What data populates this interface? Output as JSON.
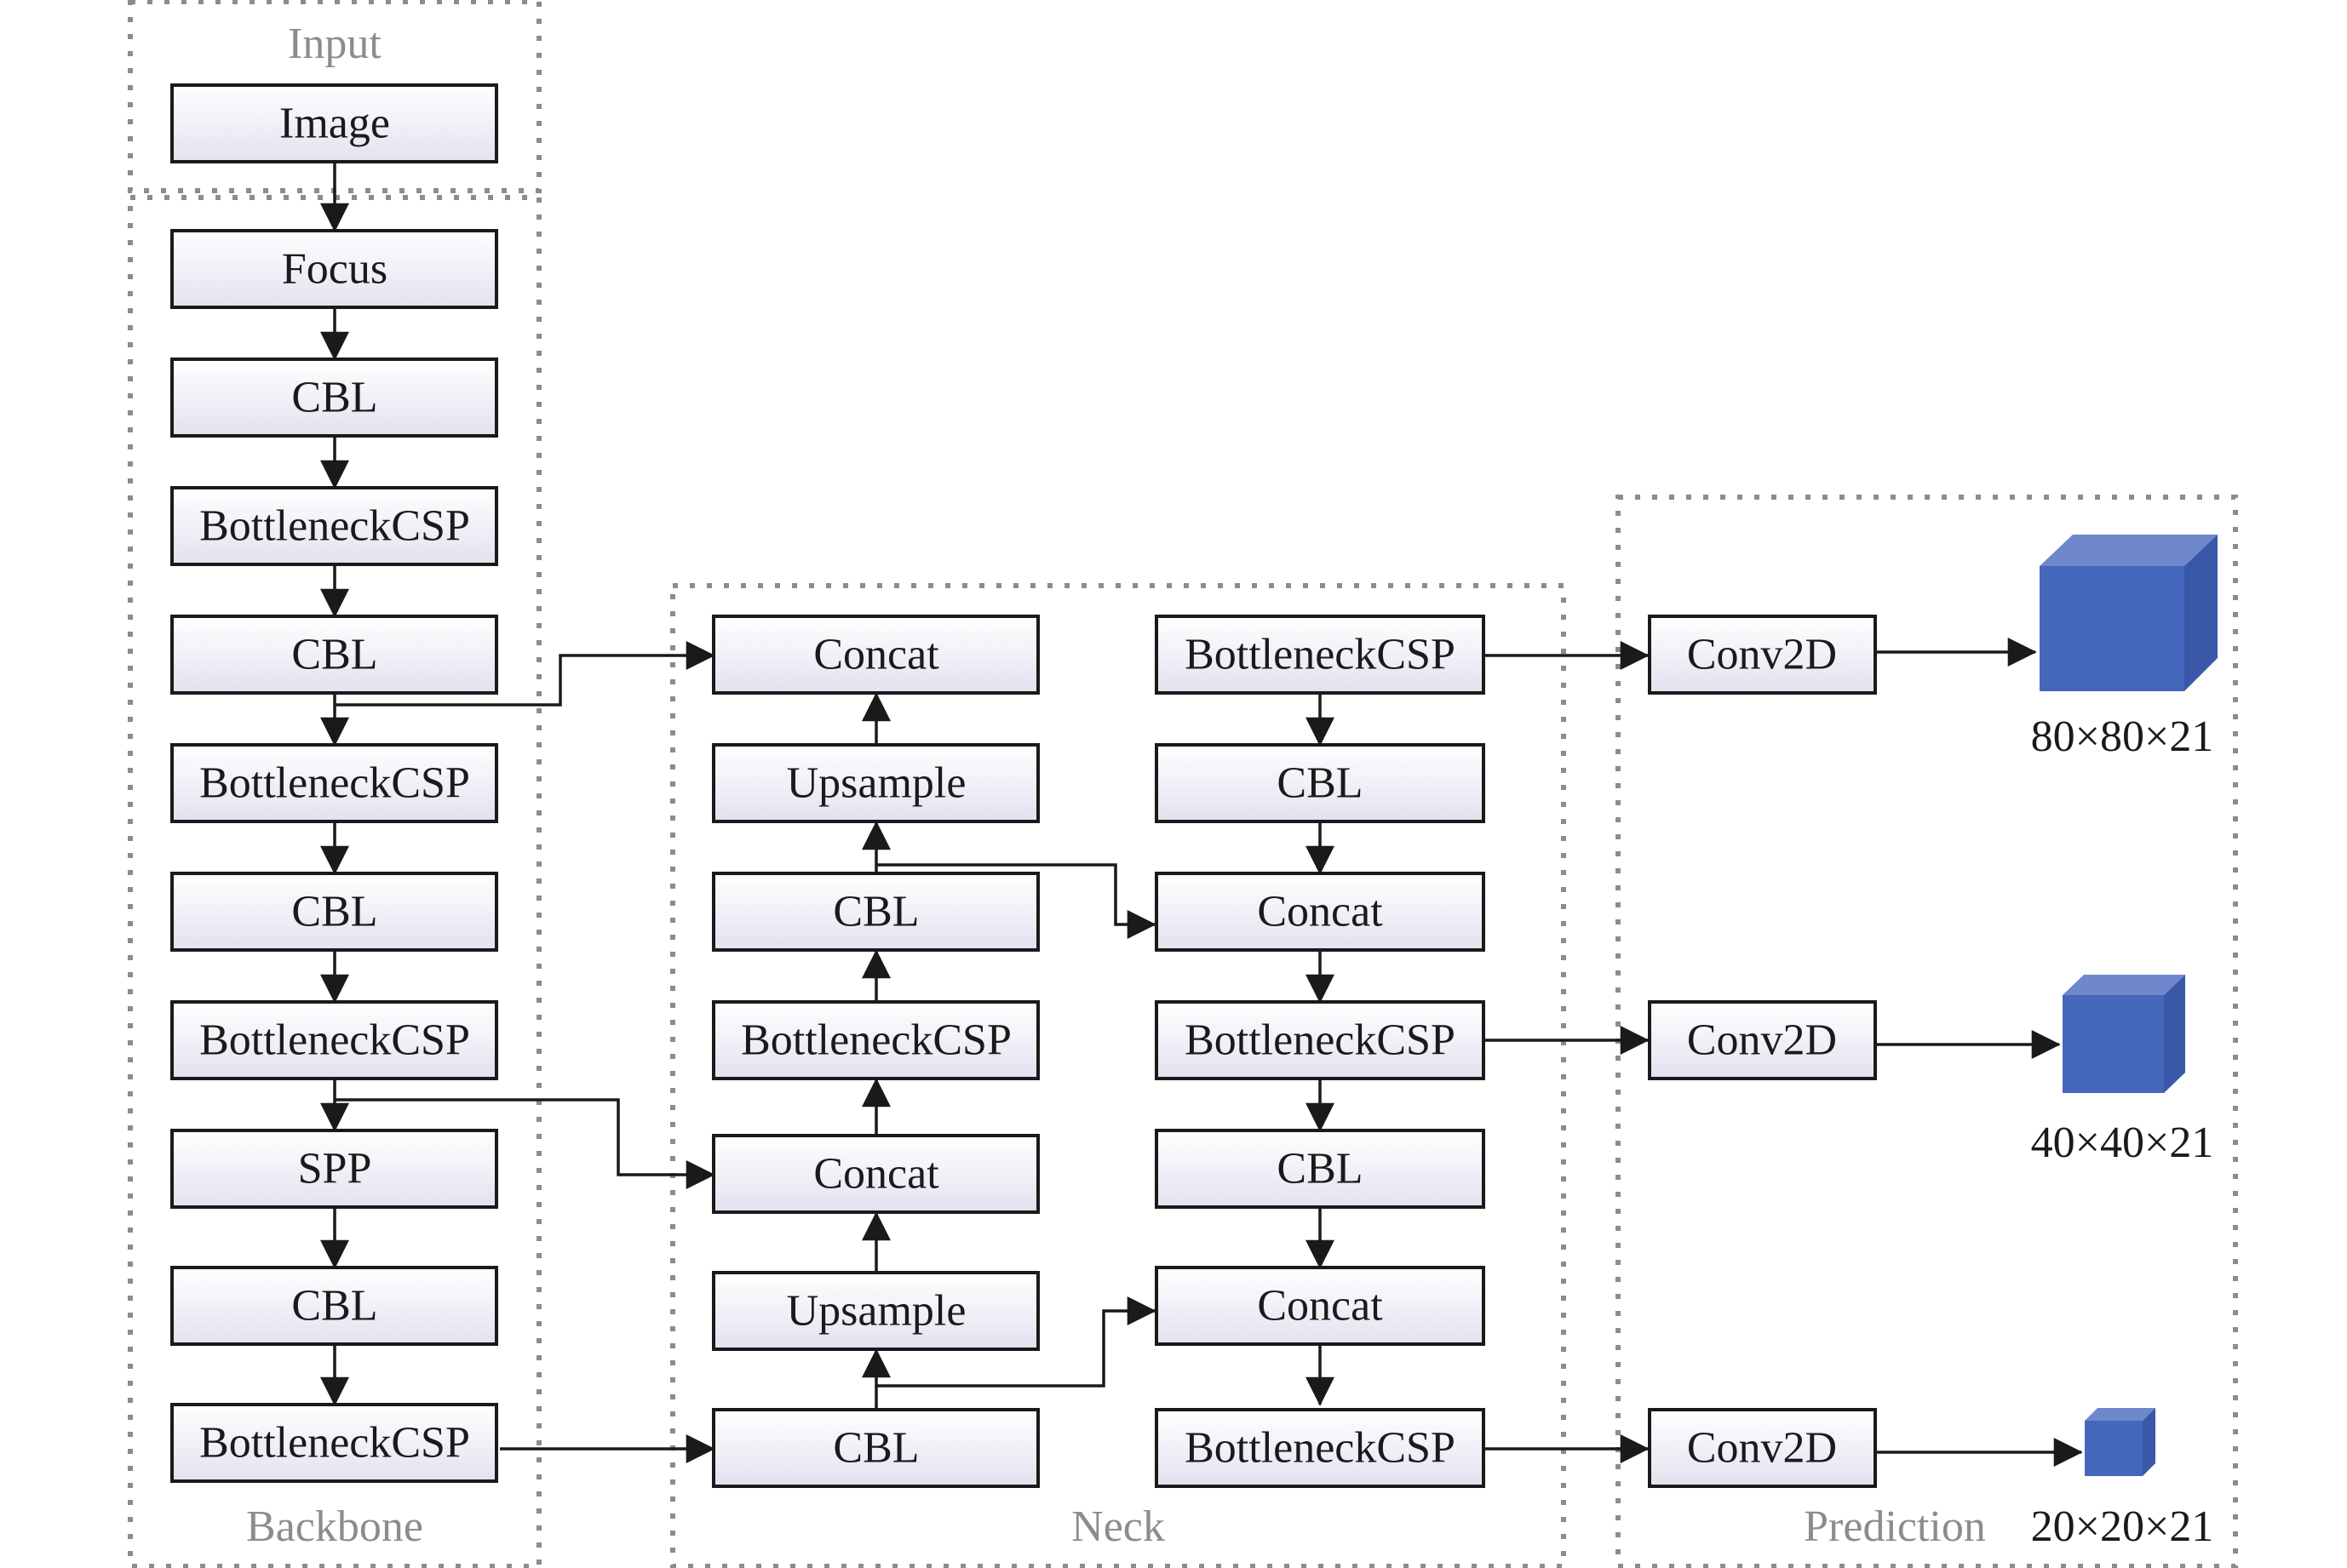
{
  "groups": {
    "input": "Input",
    "backbone": "Backbone",
    "neck": "Neck",
    "prediction": "Prediction"
  },
  "nodes": {
    "image": "Image",
    "b_focus": "Focus",
    "b_cbl1": "CBL",
    "b_csp1": "BottleneckCSP",
    "b_cbl2": "CBL",
    "b_csp2": "BottleneckCSP",
    "b_cbl3": "CBL",
    "b_csp3": "BottleneckCSP",
    "b_spp": "SPP",
    "b_cbl4": "CBL",
    "b_csp4": "BottleneckCSP",
    "n1_concat1": "Concat",
    "n1_upsample1": "Upsample",
    "n1_cbl1": "CBL",
    "n1_csp1": "BottleneckCSP",
    "n1_concat2": "Concat",
    "n1_upsample2": "Upsample",
    "n1_cbl2": "CBL",
    "n2_csp1": "BottleneckCSP",
    "n2_cbl1": "CBL",
    "n2_concat1": "Concat",
    "n2_csp2": "BottleneckCSP",
    "n2_cbl2": "CBL",
    "n2_concat2": "Concat",
    "n2_csp3": "BottleneckCSP",
    "p_conv1": "Conv2D",
    "p_conv2": "Conv2D",
    "p_conv3": "Conv2D"
  },
  "outputs": {
    "large": "80×80×21",
    "medium": "40×40×21",
    "small": "20×20×21"
  },
  "colors": {
    "box_stroke": "#1a1a1a",
    "box_fill_top": "#ffffff",
    "box_fill_bottom": "#e4e4f2",
    "group_border": "#8c8c8c",
    "cube_front": "#4466bb",
    "cube_top": "#6f88cc",
    "cube_side": "#3a58a8"
  }
}
